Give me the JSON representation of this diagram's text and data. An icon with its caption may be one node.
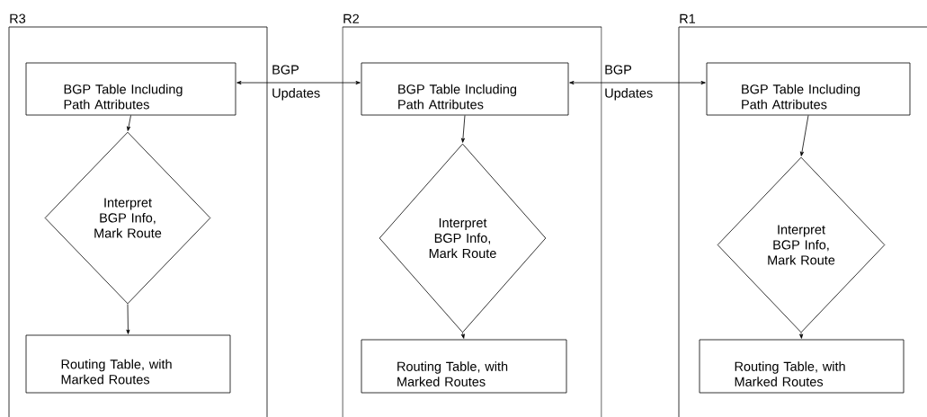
{
  "diagram": {
    "nodes": [
      {
        "text": [
          "R3"
        ]
      },
      {
        "text": [
          "BGP Table Including Path Attributes"
        ],
        "in": 0
      },
      {
        "text": [
          "Interpret BGP Info, Mark Route"
        ],
        "in": 0
      },
      {
        "text": [
          "Routing Table, with Marked Routes"
        ],
        "in": 0
      },
      {
        "text": [
          "R2"
        ]
      },
      {
        "text": [
          "BGP Table Including Path Attributes"
        ],
        "in": 4
      },
      {
        "text": [
          "Interpret BGP Info, Mark Route"
        ],
        "in": 4
      },
      {
        "text": [
          "Routing Table, with Marked Routes"
        ],
        "in": 4
      },
      {
        "text": [
          "R1"
        ]
      },
      {
        "text": [
          "BGP Table Including Path Attributes"
        ],
        "in": 8
      },
      {
        "text": [
          "Interpret BGP Info, Mark Route"
        ],
        "in": 8
      },
      {
        "text": [
          "Routing Table, with Marked Routes"
        ],
        "in": 8
      }
    ],
    "edges": [
      {
        "from": 1,
        "to": 2,
        "arrow": "to"
      },
      {
        "from": 2,
        "to": 3,
        "arrow": "to"
      },
      {
        "from": 5,
        "to": 6,
        "arrow": "to"
      },
      {
        "from": 6,
        "to": 7,
        "arrow": "to"
      },
      {
        "from": 9,
        "to": 10,
        "arrow": "to"
      },
      {
        "from": 10,
        "to": 11,
        "arrow": "to"
      },
      {
        "from": 1,
        "to": 5,
        "arrow": "both",
        "label": "BGP Updates"
      },
      {
        "from": 5,
        "to": 9,
        "arrow": "both",
        "label": "BGP Updates"
      }
    ]
  }
}
